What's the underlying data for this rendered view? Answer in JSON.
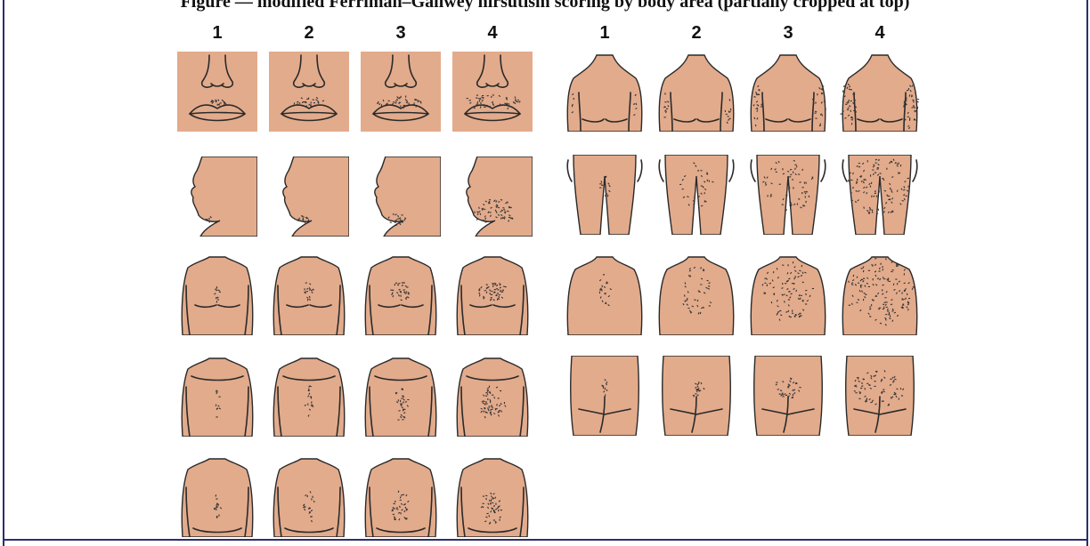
{
  "caption": "Figure — modified Ferriman–Gallwey hirsutism scoring by body area (partially cropped at top)",
  "columns_left": [
    "1",
    "2",
    "3",
    "4"
  ],
  "columns_right": [
    "1",
    "2",
    "3",
    "4"
  ],
  "rows_left": [
    "upper-lip",
    "chin",
    "chest",
    "upper-abdomen",
    "lower-abdomen"
  ],
  "rows_right": [
    "upper-arm",
    "thigh",
    "upper-back",
    "lower-back"
  ],
  "colors": {
    "skin": "#e2ab8c",
    "outline": "#2a2a2a",
    "hair": "#333333",
    "frame": "#2e2e6e"
  }
}
